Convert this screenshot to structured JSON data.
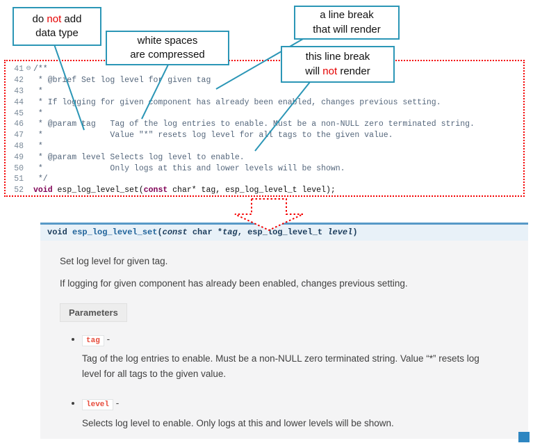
{
  "callouts": {
    "no_datatype": {
      "l1a": "do ",
      "l1b": "not",
      "l1c": " add",
      "l2": "data type"
    },
    "whitespace": {
      "l1": "white spaces",
      "l2": "are  compressed"
    },
    "break_render": {
      "l1": "a line break",
      "l2": "that will render"
    },
    "break_norender": {
      "l1": "this line break",
      "l2a": "will ",
      "l2b": "not",
      "l2c": " render"
    }
  },
  "editor": {
    "fold_icon": "⊖",
    "lines": [
      {
        "num": "41",
        "text": "/**"
      },
      {
        "num": "42",
        "text": " * @brief Set log level for given tag"
      },
      {
        "num": "43",
        "text": " *"
      },
      {
        "num": "44",
        "text": " * If logging for given component has already been enabled, changes previous setting."
      },
      {
        "num": "45",
        "text": " *"
      },
      {
        "num": "46",
        "text": " * @param tag   Tag of the log entries to enable. Must be a non-NULL zero terminated string."
      },
      {
        "num": "47",
        "text": " *              Value \"*\" resets log level for all tags to the given value."
      },
      {
        "num": "48",
        "text": " *"
      },
      {
        "num": "49",
        "text": " * @param level Selects log level to enable."
      },
      {
        "num": "50",
        "text": " *              Only logs at this and lower levels will be shown."
      },
      {
        "num": "51",
        "text": " */"
      }
    ],
    "line52": {
      "num": "52",
      "kw1": "void",
      "mid": " esp_log_level_set(",
      "kw2": "const",
      "rest": " char* tag, esp_log_level_t level);"
    }
  },
  "doc": {
    "signature": {
      "ret": "void ",
      "name": "esp_log_level_set",
      "open": "(",
      "const_kw": "const",
      "type1": " char *",
      "param1": "tag",
      "sep": ", ",
      "type2": "esp_log_level_t ",
      "param2": "level",
      "close": ")"
    },
    "brief": "Set log level for given tag.",
    "details": "If logging for given component has already been enabled, changes previous setting.",
    "parameters_label": "Parameters",
    "params": [
      {
        "name": "tag",
        "dash": "-",
        "desc": "Tag of the log entries to enable. Must be a non-NULL zero terminated string. Value “*” resets log level for all tags to the given value."
      },
      {
        "name": "level",
        "dash": "-",
        "desc": "Selects log level to enable. Only logs at this and lower levels will be shown."
      }
    ]
  },
  "colors": {
    "accent_teal": "#2B96B6",
    "annotation_red": "#F40000",
    "keyword_purple": "#7F0055",
    "comment_blue_gray": "#55677C",
    "literal_red": "#E74C3C",
    "signature_border_blue": "#5799C7"
  }
}
